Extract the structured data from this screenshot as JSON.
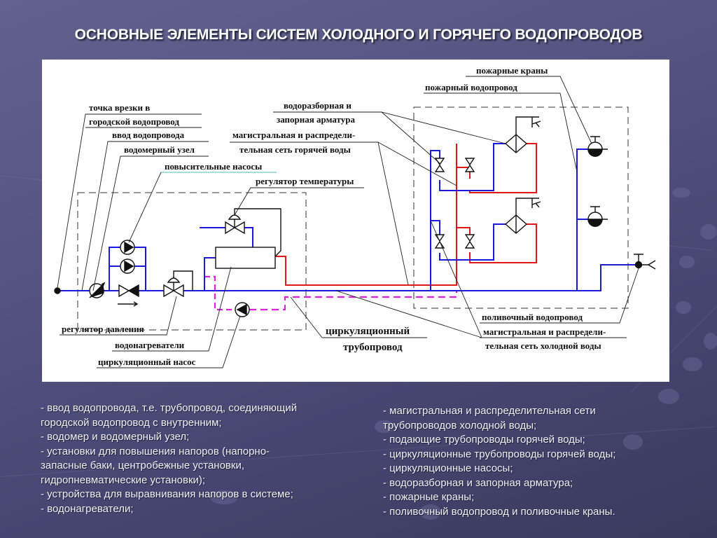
{
  "title": "ОСНОВНЫЕ ЭЛЕМЕНТЫ СИСТЕМ ХОЛОДНОГО И ГОРЯЧЕГО ВОДОПРОВОДОВ",
  "diagram": {
    "labels": {
      "tap_point_1": "точка врезки в",
      "tap_point_2": "городской водопровод",
      "water_inlet": "ввод водопровода",
      "meter_unit": "водомерный узел",
      "booster_pumps": "повысительные насосы",
      "temp_regulator": "регулятор температуры",
      "fittings_1": "водоразборная и",
      "fittings_2": "запорная арматура",
      "hot_net_1": "магистральная и распредели-",
      "hot_net_2": "тельная сеть горячей воды",
      "fire_hydrants": "пожарные краны",
      "fire_main": "пожарный водопровод",
      "pressure_regulator": "регулятор давления",
      "water_heaters": "водонагреватели",
      "circ_pump": "циркуляционный насос",
      "circ_pipe_1": "циркуляционный",
      "circ_pipe_2": "трубопровод",
      "irrigation": "поливочный водопровод",
      "cold_net_1": "магистральная и распредели-",
      "cold_net_2": "тельная сеть холодной воды"
    },
    "colors": {
      "cold": "#1a1adc",
      "hot": "#e01818",
      "circulation": "#e020e0",
      "ink": "#111111"
    }
  },
  "left_list": [
    "- ввод водопровода, т.е. трубопровод, соединяющий",
    "городской водопровод с внутренним;",
    "- водомер и водомерный узел;",
    "- установки для повышения напоров (напорно-",
    "запасные баки, центробежные установки,",
    "гидропневматические установки);",
    "- устройства для выравнивания напоров в системе;",
    "- водонагреватели;"
  ],
  "right_list": [
    "- магистральная и распределительная сети",
    "трубопроводов холодной воды;",
    "- подающие трубопроводы горячей воды;",
    "- циркуляционные трубопроводы горячей воды;",
    "- циркуляционные насосы;",
    "- водоразборная и запорная арматура;",
    "- пожарные краны;",
    "- поливочный водопровод и поливочные краны."
  ]
}
